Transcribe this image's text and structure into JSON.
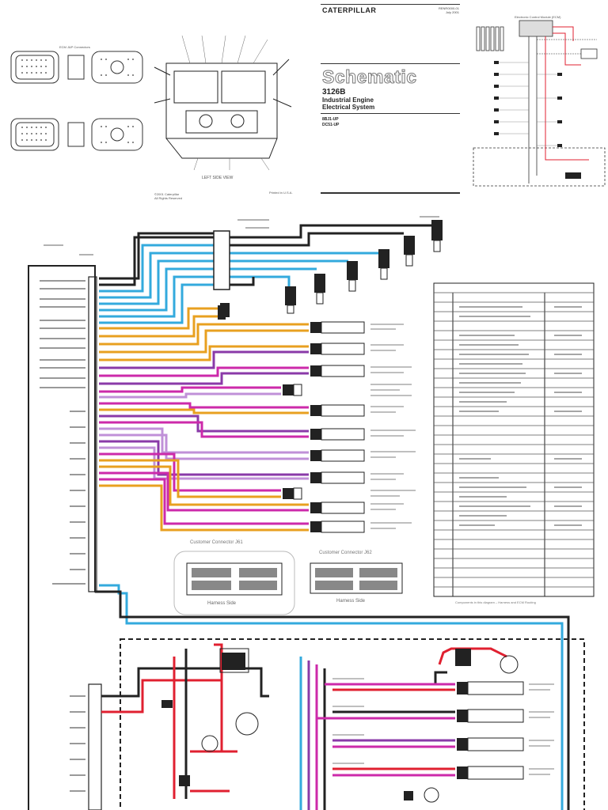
{
  "cover": {
    "brand": "CATERPILLAR",
    "doc_number": "RENR0000-01",
    "doc_date": "July 2001",
    "title": "Schematic",
    "model": "3126B",
    "subtitle_line1": "Industrial Engine",
    "subtitle_line2": "Electrical System",
    "serial_1": "8BJ1-UP",
    "serial_2": "DC51-UP",
    "copyright": "©2001 Caterpillar\nAll Rights Reserved",
    "printed": "Printed in U.S.A."
  },
  "left_panel": {
    "connectors_label": "ECM J&P Connectors",
    "view_label": "LEFT SIDE VIEW"
  },
  "right_panel": {
    "ecm_label": "Electronic Control Module (ECM)"
  },
  "main": {
    "connector_j1_label": "Customer Connector J61",
    "connector_j2_label": "Customer Connector J62",
    "harness_side_label": "Harness Side",
    "harness_side_label2": "Harness Side",
    "table_footnote": "Components in this diagram – Harness and ECM Routing"
  },
  "colors": {
    "blue": "#33aadd",
    "orange": "#e8a020",
    "magenta": "#cc2aaa",
    "purple": "#8a3aa8",
    "red": "#e02030",
    "black": "#222222",
    "light_purple": "#c090d8"
  }
}
